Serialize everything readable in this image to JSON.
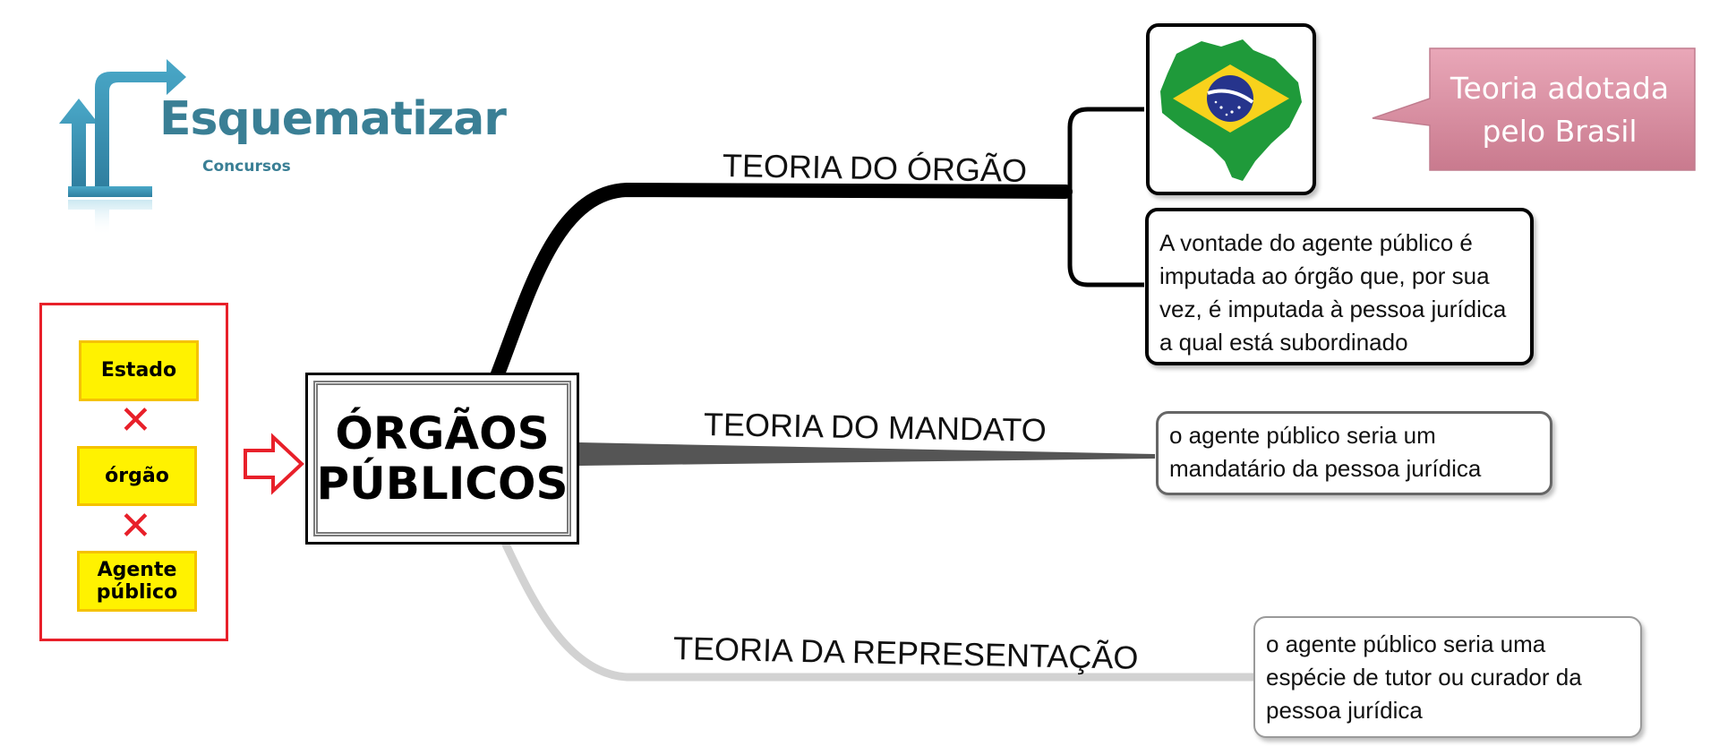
{
  "logo": {
    "title": "Esquematizar",
    "subtitle": "Concursos",
    "color": "#3a7f95"
  },
  "left_panel": {
    "items": [
      "Estado",
      "órgão",
      "Agente\npúblico"
    ],
    "separator": "✕",
    "arrow_icon": "right-arrow-outline-icon",
    "border_color": "#e8202a",
    "box_fill": "#fff200"
  },
  "central": {
    "title": "ÓRGÃOS\nPÚBLICOS"
  },
  "branches": [
    {
      "label": "TEORIA DO ÓRGÃO",
      "descriptions": [
        "A vontade do agente público é imputada ao órgão que, por sua vez, é imputada à pessoa jurídica a qual está subordinado"
      ],
      "image": "brazil-flag-map-icon",
      "color": "#000000"
    },
    {
      "label": "TEORIA DO MANDATO",
      "descriptions": [
        "o agente público seria um mandatário da pessoa jurídica"
      ],
      "color": "#4a4a4a"
    },
    {
      "label": "TEORIA DA REPRESENTAÇÃO",
      "descriptions": [
        "o agente público seria uma espécie de tutor ou curador da pessoa jurídica"
      ],
      "color": "#cfcfcf"
    }
  ],
  "callout": {
    "text": "Teoria adotada\npelo Brasil",
    "color": "#d98ca0"
  }
}
